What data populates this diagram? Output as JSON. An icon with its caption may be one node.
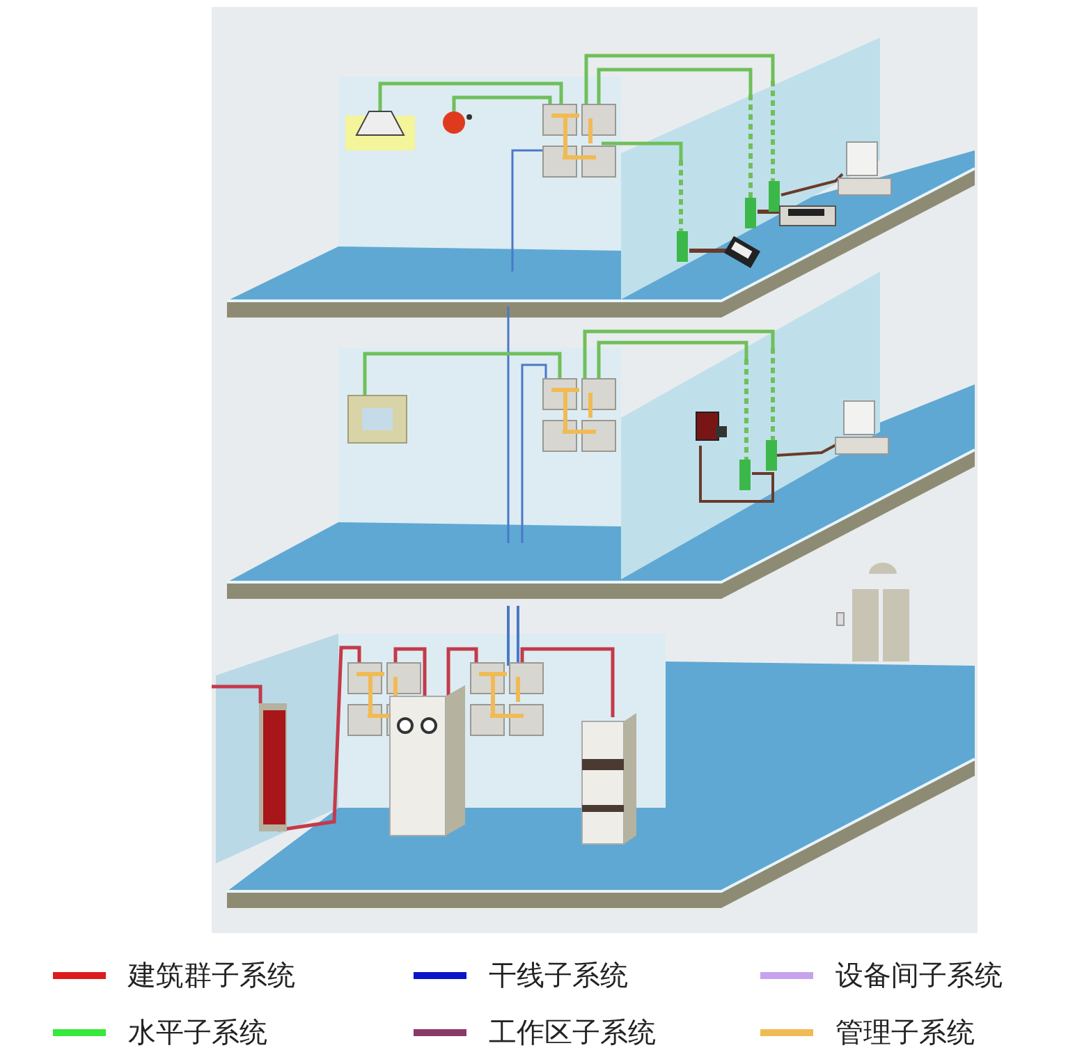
{
  "diagram": {
    "legend": [
      {
        "text": "建筑群子系统",
        "color": "#dd1c1c"
      },
      {
        "text": "干线子系统",
        "color": "#0a14c8"
      },
      {
        "text": "设备间子系统",
        "color": "#c7a2ee"
      },
      {
        "text": "水平子系统",
        "color": "#38e83a"
      },
      {
        "text": "工作区子系统",
        "color": "#8a3a66"
      },
      {
        "text": "管理子系统",
        "color": "#f0bb55"
      }
    ]
  }
}
